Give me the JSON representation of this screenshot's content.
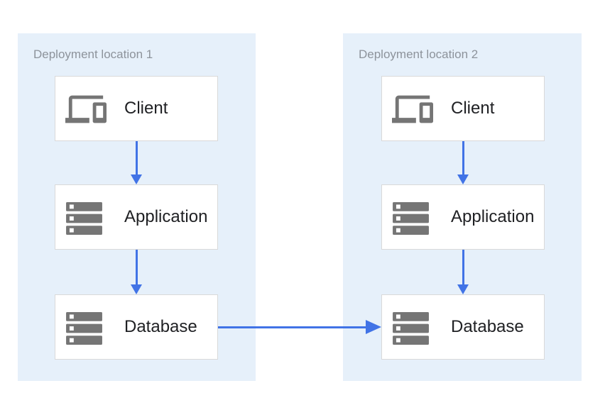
{
  "colors": {
    "canvas_bg": "#ffffff",
    "panel_bg": "#e6f0fa",
    "box_bg": "#ffffff",
    "box_border": "#d9d9d9",
    "arrow_blue": "#4173e6",
    "icon_gray": "#757575",
    "title_text": "#8d939b",
    "label_text": "#202124"
  },
  "locations": [
    {
      "title": "Deployment location 1",
      "nodes": [
        {
          "id": "client-1",
          "label": "Client",
          "icon": "devices-icon"
        },
        {
          "id": "application-1",
          "label": "Application",
          "icon": "server-stack-icon"
        },
        {
          "id": "database-1",
          "label": "Database",
          "icon": "server-stack-icon"
        }
      ]
    },
    {
      "title": "Deployment location 2",
      "nodes": [
        {
          "id": "client-2",
          "label": "Client",
          "icon": "devices-icon"
        },
        {
          "id": "application-2",
          "label": "Application",
          "icon": "server-stack-icon"
        },
        {
          "id": "database-2",
          "label": "Database",
          "icon": "server-stack-icon"
        }
      ]
    }
  ],
  "edges": [
    {
      "from": "client-1",
      "to": "application-1"
    },
    {
      "from": "application-1",
      "to": "database-1"
    },
    {
      "from": "client-2",
      "to": "application-2"
    },
    {
      "from": "application-2",
      "to": "database-2"
    },
    {
      "from": "database-1",
      "to": "database-2"
    }
  ]
}
